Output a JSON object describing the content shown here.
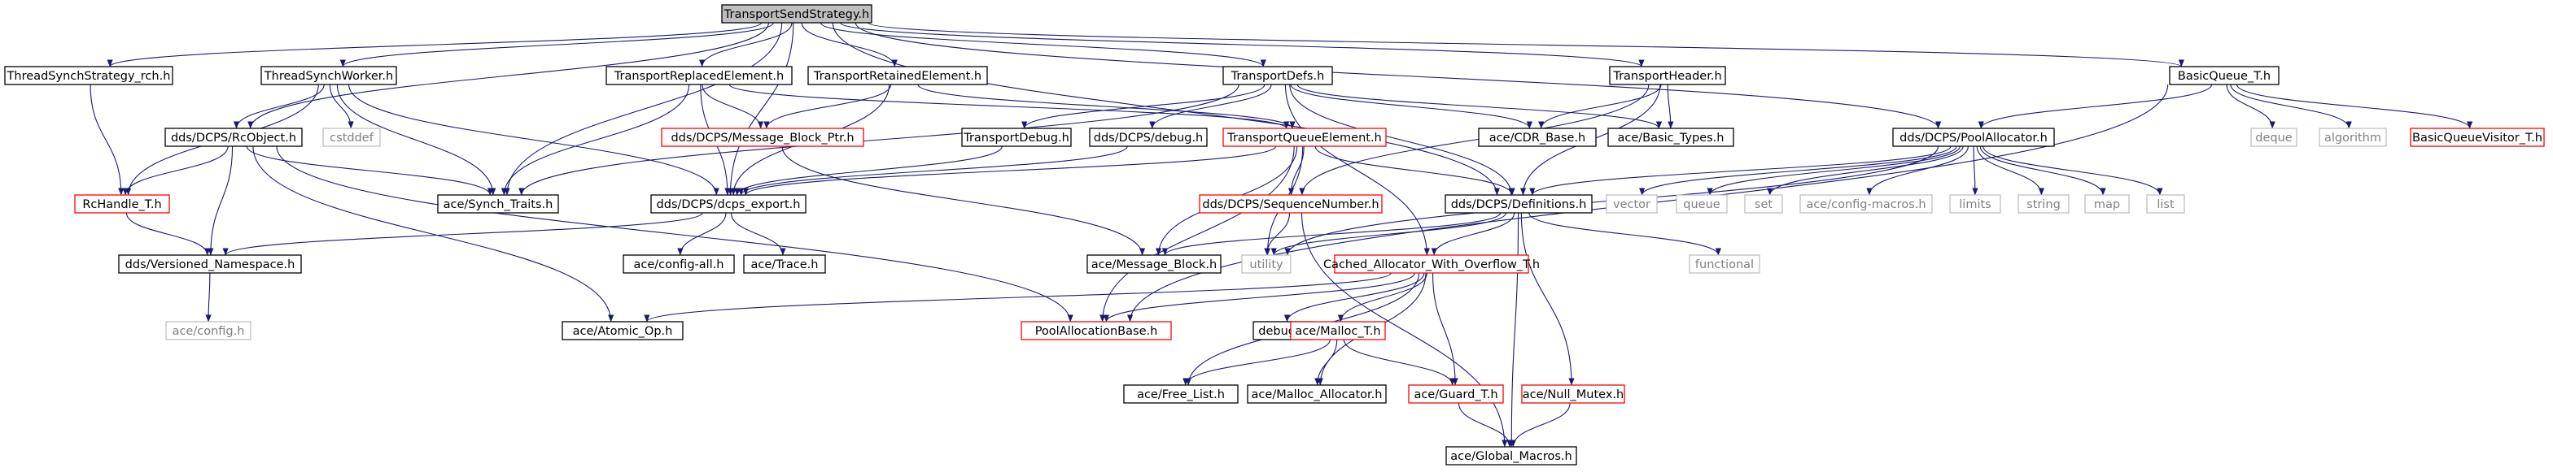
{
  "colors": {
    "edge": "#191970",
    "root_fill": "#bfbfbf",
    "normal_fill": "#ffffff",
    "normal_border": "#000000",
    "truncated_border": "#ff0000",
    "external_border": "#bfbfbf",
    "external_text": "#808080",
    "text": "#000000"
  },
  "nodes": [
    {
      "id": "root",
      "label": "TransportSendStrategy.h",
      "kind": "root"
    },
    {
      "id": "tss_rch",
      "label": "ThreadSynchStrategy_rch.h",
      "kind": "normal"
    },
    {
      "id": "tsw",
      "label": "ThreadSynchWorker.h",
      "kind": "normal"
    },
    {
      "id": "rcobject",
      "label": "dds/DCPS/RcObject.h",
      "kind": "normal"
    },
    {
      "id": "rchandle",
      "label": "RcHandle_T.h",
      "kind": "truncated"
    },
    {
      "id": "cstddef",
      "label": "cstddef",
      "kind": "external"
    },
    {
      "id": "tre",
      "label": "TransportReplacedElement.h",
      "kind": "normal"
    },
    {
      "id": "tret",
      "label": "TransportRetainedElement.h",
      "kind": "normal"
    },
    {
      "id": "mbptr",
      "label": "dds/DCPS/Message_Block_Ptr.h",
      "kind": "truncated"
    },
    {
      "id": "synch",
      "label": "ace/Synch_Traits.h",
      "kind": "normal"
    },
    {
      "id": "dcpsexport",
      "label": "dds/DCPS/dcps_export.h",
      "kind": "normal"
    },
    {
      "id": "versioned",
      "label": "dds/Versioned_Namespace.h",
      "kind": "normal"
    },
    {
      "id": "aceconfig",
      "label": "ace/config.h",
      "kind": "external"
    },
    {
      "id": "configall",
      "label": "ace/config-all.h",
      "kind": "normal"
    },
    {
      "id": "trace",
      "label": "ace/Trace.h",
      "kind": "normal"
    },
    {
      "id": "atomic",
      "label": "ace/Atomic_Op.h",
      "kind": "normal"
    },
    {
      "id": "tdefs",
      "label": "TransportDefs.h",
      "kind": "normal"
    },
    {
      "id": "tdebug",
      "label": "TransportDebug.h",
      "kind": "normal"
    },
    {
      "id": "ddsdebug",
      "label": "dds/DCPS/debug.h",
      "kind": "normal"
    },
    {
      "id": "tqe",
      "label": "TransportQueueElement.h",
      "kind": "truncated"
    },
    {
      "id": "seqnum",
      "label": "dds/DCPS/SequenceNumber.h",
      "kind": "truncated"
    },
    {
      "id": "msgblock",
      "label": "ace/Message_Block.h",
      "kind": "normal"
    },
    {
      "id": "utility",
      "label": "utility",
      "kind": "external"
    },
    {
      "id": "poolbase",
      "label": "PoolAllocationBase.h",
      "kind": "truncated"
    },
    {
      "id": "definitions",
      "label": "dds/DCPS/Definitions.h",
      "kind": "normal"
    },
    {
      "id": "cached",
      "label": "Cached_Allocator_With_Overflow_T.h",
      "kind": "truncated"
    },
    {
      "id": "debugh",
      "label": "debug.h",
      "kind": "normal"
    },
    {
      "id": "malloct",
      "label": "ace/Malloc_T.h",
      "kind": "truncated"
    },
    {
      "id": "freelist",
      "label": "ace/Free_List.h",
      "kind": "normal"
    },
    {
      "id": "mallocalloc",
      "label": "ace/Malloc_Allocator.h",
      "kind": "normal"
    },
    {
      "id": "guard",
      "label": "ace/Guard_T.h",
      "kind": "truncated"
    },
    {
      "id": "nullmutex",
      "label": "ace/Null_Mutex.h",
      "kind": "truncated"
    },
    {
      "id": "globalmacros",
      "label": "ace/Global_Macros.h",
      "kind": "normal"
    },
    {
      "id": "functional",
      "label": "functional",
      "kind": "external"
    },
    {
      "id": "cdr",
      "label": "ace/CDR_Base.h",
      "kind": "normal"
    },
    {
      "id": "basictypes",
      "label": "ace/Basic_Types.h",
      "kind": "normal"
    },
    {
      "id": "theader",
      "label": "TransportHeader.h",
      "kind": "normal"
    },
    {
      "id": "poolalloc",
      "label": "dds/DCPS/PoolAllocator.h",
      "kind": "normal"
    },
    {
      "id": "vector",
      "label": "vector",
      "kind": "external"
    },
    {
      "id": "queue",
      "label": "queue",
      "kind": "external"
    },
    {
      "id": "set",
      "label": "set",
      "kind": "external"
    },
    {
      "id": "configmacros",
      "label": "ace/config-macros.h",
      "kind": "external"
    },
    {
      "id": "limits",
      "label": "limits",
      "kind": "external"
    },
    {
      "id": "string",
      "label": "string",
      "kind": "external"
    },
    {
      "id": "map",
      "label": "map",
      "kind": "external"
    },
    {
      "id": "list",
      "label": "list",
      "kind": "external"
    },
    {
      "id": "basicqueue",
      "label": "BasicQueue_T.h",
      "kind": "normal"
    },
    {
      "id": "deque",
      "label": "deque",
      "kind": "external"
    },
    {
      "id": "algorithm",
      "label": "algorithm",
      "kind": "external"
    },
    {
      "id": "bqvisitor",
      "label": "BasicQueueVisitor_T.h",
      "kind": "truncated"
    }
  ],
  "edges": [
    [
      "root",
      "tss_rch"
    ],
    [
      "root",
      "tsw"
    ],
    [
      "root",
      "rcobject"
    ],
    [
      "root",
      "synch"
    ],
    [
      "root",
      "dcpsexport"
    ],
    [
      "root",
      "tre"
    ],
    [
      "root",
      "tret"
    ],
    [
      "root",
      "tdefs"
    ],
    [
      "root",
      "theader"
    ],
    [
      "root",
      "poolalloc"
    ],
    [
      "root",
      "basicqueue"
    ],
    [
      "root",
      "definitions"
    ],
    [
      "tss_rch",
      "rchandle"
    ],
    [
      "tsw",
      "rcobject"
    ],
    [
      "tsw",
      "rchandle"
    ],
    [
      "tsw",
      "cstddef"
    ],
    [
      "tsw",
      "synch"
    ],
    [
      "tsw",
      "dcpsexport"
    ],
    [
      "rcobject",
      "rchandle"
    ],
    [
      "rcobject",
      "synch"
    ],
    [
      "rcobject",
      "versioned"
    ],
    [
      "rcobject",
      "atomic"
    ],
    [
      "rcobject",
      "poolbase"
    ],
    [
      "rchandle",
      "versioned"
    ],
    [
      "tre",
      "tqe"
    ],
    [
      "tre",
      "mbptr"
    ],
    [
      "tre",
      "synch"
    ],
    [
      "tre",
      "dcpsexport"
    ],
    [
      "tret",
      "tqe"
    ],
    [
      "tret",
      "mbptr"
    ],
    [
      "tret",
      "dcpsexport"
    ],
    [
      "dcpsexport",
      "versioned"
    ],
    [
      "dcpsexport",
      "configall"
    ],
    [
      "dcpsexport",
      "trace"
    ],
    [
      "versioned",
      "aceconfig"
    ],
    [
      "tdefs",
      "tdebug"
    ],
    [
      "tdefs",
      "ddsdebug"
    ],
    [
      "tdefs",
      "cdr"
    ],
    [
      "tdefs",
      "basictypes"
    ],
    [
      "tdefs",
      "definitions"
    ],
    [
      "tdefs",
      "synch"
    ],
    [
      "tdefs",
      "cached"
    ],
    [
      "tdebug",
      "dcpsexport"
    ],
    [
      "ddsdebug",
      "dcpsexport"
    ],
    [
      "tqe",
      "dcpsexport"
    ],
    [
      "tqe",
      "seqnum"
    ],
    [
      "tqe",
      "msgblock"
    ],
    [
      "tqe",
      "utility"
    ],
    [
      "tqe",
      "poolbase"
    ],
    [
      "tqe",
      "definitions"
    ],
    [
      "mbptr",
      "msgblock"
    ],
    [
      "seqnum",
      "utility"
    ],
    [
      "seqnum",
      "globalmacros"
    ],
    [
      "definitions",
      "msgblock"
    ],
    [
      "definitions",
      "utility"
    ],
    [
      "definitions",
      "cached"
    ],
    [
      "definitions",
      "functional"
    ],
    [
      "definitions",
      "nullmutex"
    ],
    [
      "definitions",
      "globalmacros"
    ],
    [
      "cached",
      "atomic"
    ],
    [
      "cached",
      "poolbase"
    ],
    [
      "cached",
      "debugh"
    ],
    [
      "cached",
      "malloct"
    ],
    [
      "cached",
      "freelist"
    ],
    [
      "cached",
      "mallocalloc"
    ],
    [
      "cached",
      "guard"
    ],
    [
      "malloct",
      "freelist"
    ],
    [
      "malloct",
      "mallocalloc"
    ],
    [
      "malloct",
      "guard"
    ],
    [
      "guard",
      "globalmacros"
    ],
    [
      "nullmutex",
      "globalmacros"
    ],
    [
      "theader",
      "cdr"
    ],
    [
      "theader",
      "basictypes"
    ],
    [
      "theader",
      "seqnum"
    ],
    [
      "theader",
      "definitions"
    ],
    [
      "poolalloc",
      "vector"
    ],
    [
      "poolalloc",
      "queue"
    ],
    [
      "poolalloc",
      "set"
    ],
    [
      "poolalloc",
      "configmacros"
    ],
    [
      "poolalloc",
      "limits"
    ],
    [
      "poolalloc",
      "string"
    ],
    [
      "poolalloc",
      "map"
    ],
    [
      "poolalloc",
      "list"
    ],
    [
      "poolalloc",
      "definitions"
    ],
    [
      "poolalloc",
      "utility"
    ],
    [
      "basicqueue",
      "poolalloc"
    ],
    [
      "basicqueue",
      "deque"
    ],
    [
      "basicqueue",
      "algorithm"
    ],
    [
      "basicqueue",
      "bqvisitor"
    ],
    [
      "basicqueue",
      "poolbase"
    ]
  ]
}
